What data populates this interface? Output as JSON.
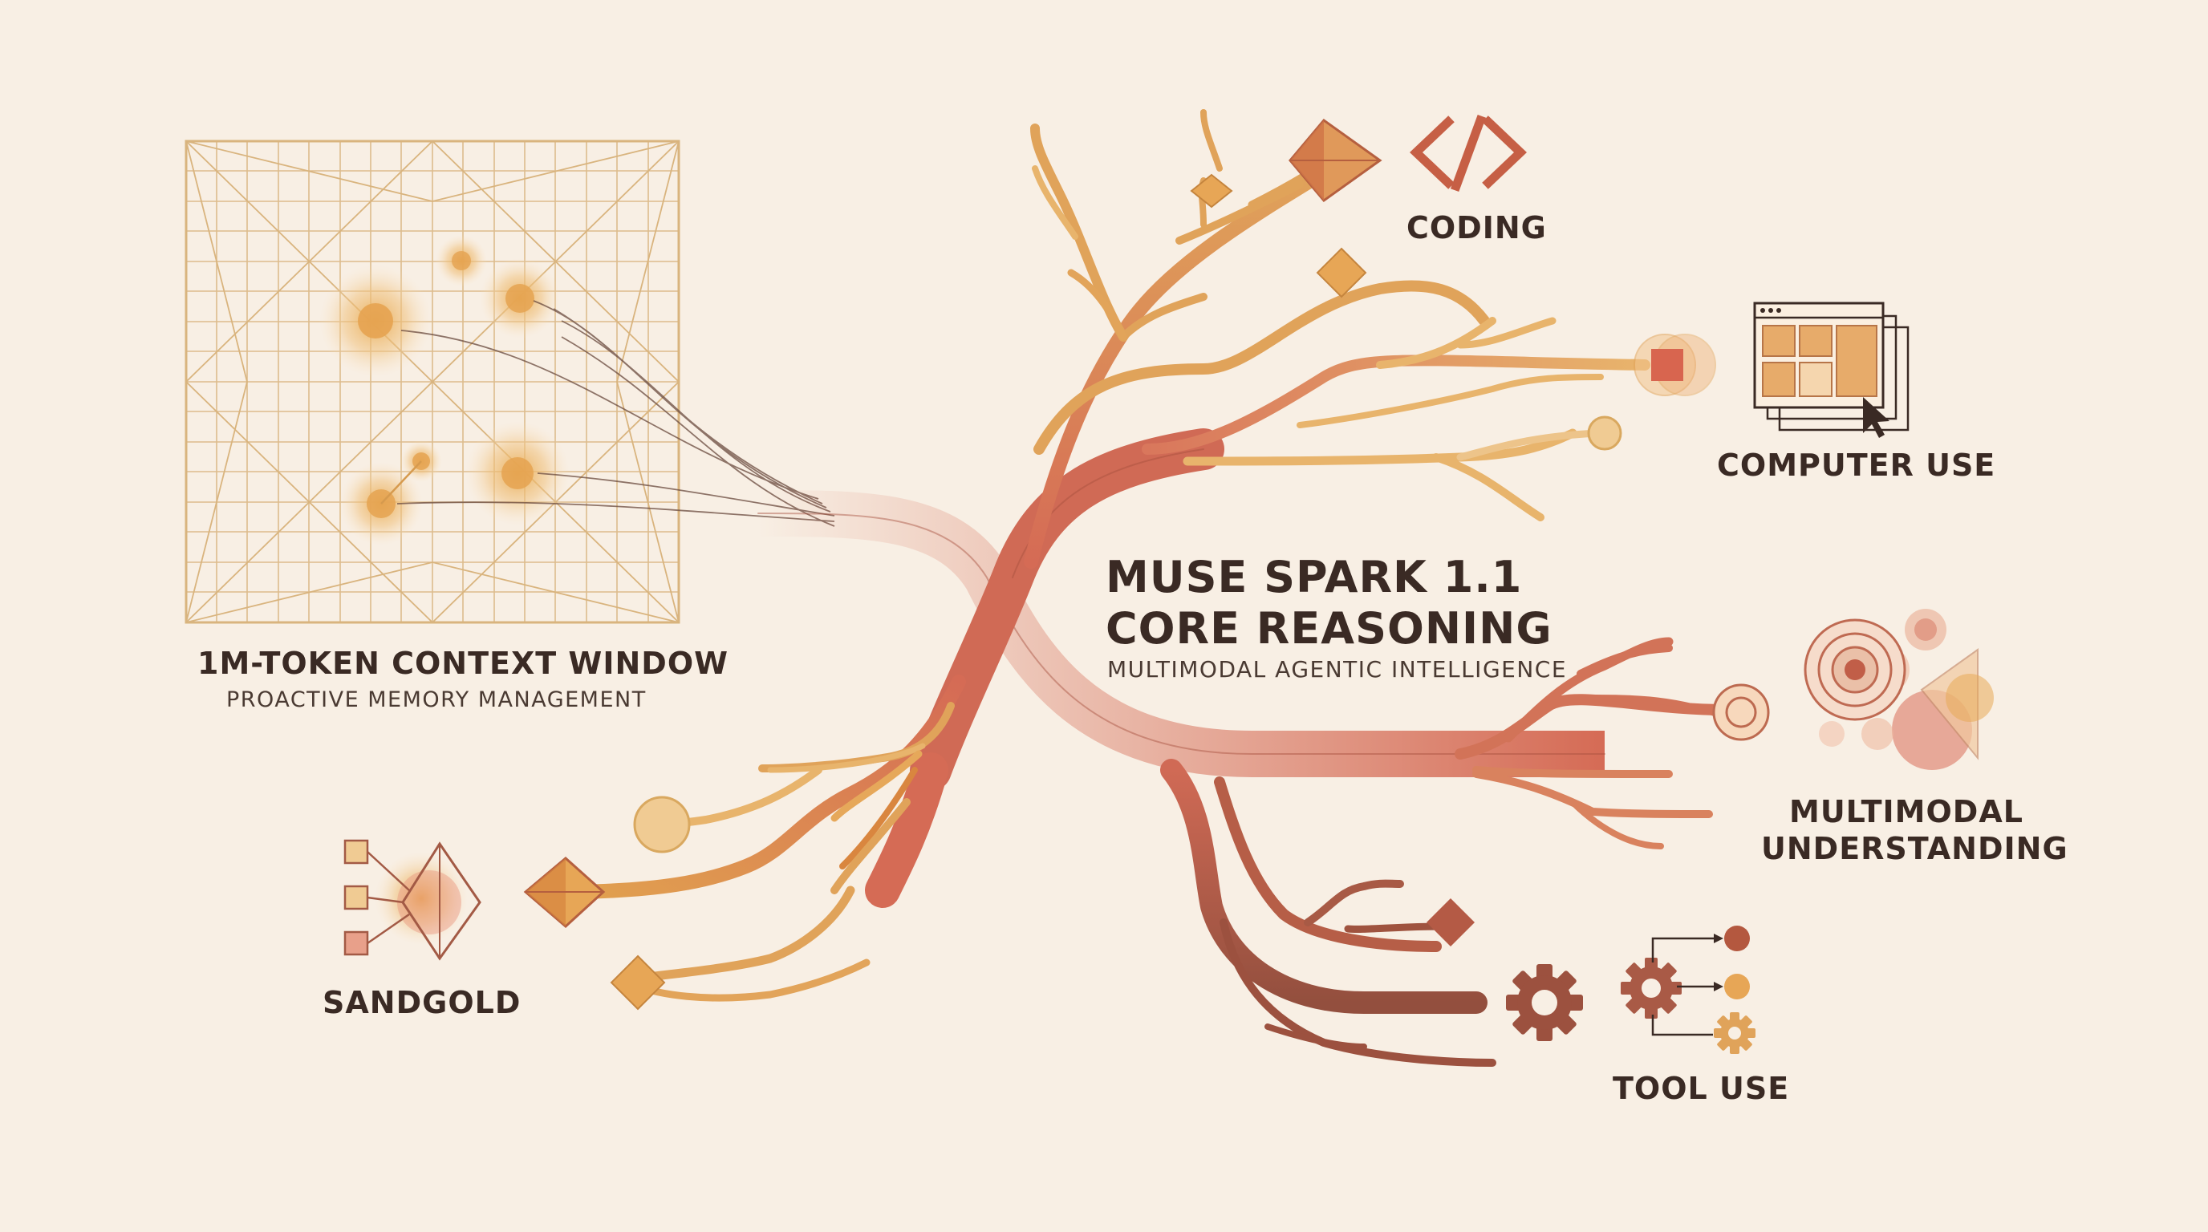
{
  "core": {
    "title_line1": "MUSE SPARK 1.1",
    "title_line2": "CORE REASONING",
    "subtitle": "MULTIMODAL AGENTIC INTELLIGENCE"
  },
  "nodes": {
    "context": {
      "title": "1M-TOKEN CONTEXT WINDOW",
      "subtitle": "PROACTIVE MEMORY MANAGEMENT",
      "icon": "grid-icon"
    },
    "coding": {
      "title": "CODING",
      "icon": "code-icon"
    },
    "computer_use": {
      "title": "COMPUTER USE",
      "icon": "window-icon"
    },
    "multimodal": {
      "title_line1": "MULTIMODAL",
      "title_line2": "UNDERSTANDING",
      "icon": "media-icon"
    },
    "tool_use": {
      "title": "TOOL USE",
      "icon": "gear-icon"
    },
    "sandgold": {
      "title": "SANDGOLD",
      "icon": "diamond-network-icon"
    }
  },
  "colors": {
    "background": "#f8efe4",
    "coral": "#d56b55",
    "amber": "#e0a35a",
    "brown": "#8e4e3c",
    "gold": "#d9b47e",
    "text": "#3a2a24"
  }
}
